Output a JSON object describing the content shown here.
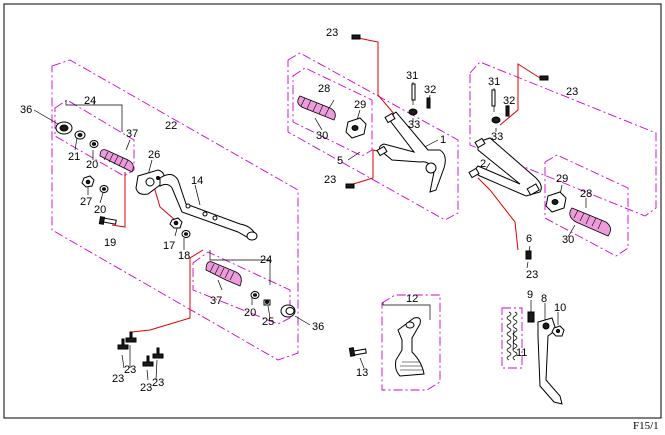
{
  "figure_ref": "F15/1",
  "callouts": {
    "c1": "1",
    "c2": "2",
    "c5": "5",
    "c6": "6",
    "c8": "8",
    "c9": "9",
    "c10": "10",
    "c11": "11",
    "c12": "12",
    "c13": "13",
    "c14": "14",
    "c17": "17",
    "c18": "18",
    "c19": "19",
    "c20a": "20",
    "c20b": "20",
    "c20c": "20",
    "c21": "21",
    "c22": "22",
    "c23a": "23",
    "c23b": "23",
    "c23c": "23",
    "c23d": "23",
    "c23e": "23",
    "c23f": "23",
    "c23g": "23",
    "c23h": "23",
    "c24a": "24",
    "c24b": "24",
    "c25": "25",
    "c26": "26",
    "c27": "27",
    "c28a": "28",
    "c28b": "28",
    "c29a": "29",
    "c29b": "29",
    "c30a": "30",
    "c30b": "30",
    "c31a": "31",
    "c31b": "31",
    "c32a": "32",
    "c32b": "32",
    "c33a": "33",
    "c33b": "33",
    "c36a": "36",
    "c36b": "36",
    "c37a": "37",
    "c37b": "37"
  },
  "colors": {
    "outline": "#000000",
    "group_border": "#d000d0",
    "leader_red": "#e00000",
    "rubber": "#ee9bdc"
  }
}
